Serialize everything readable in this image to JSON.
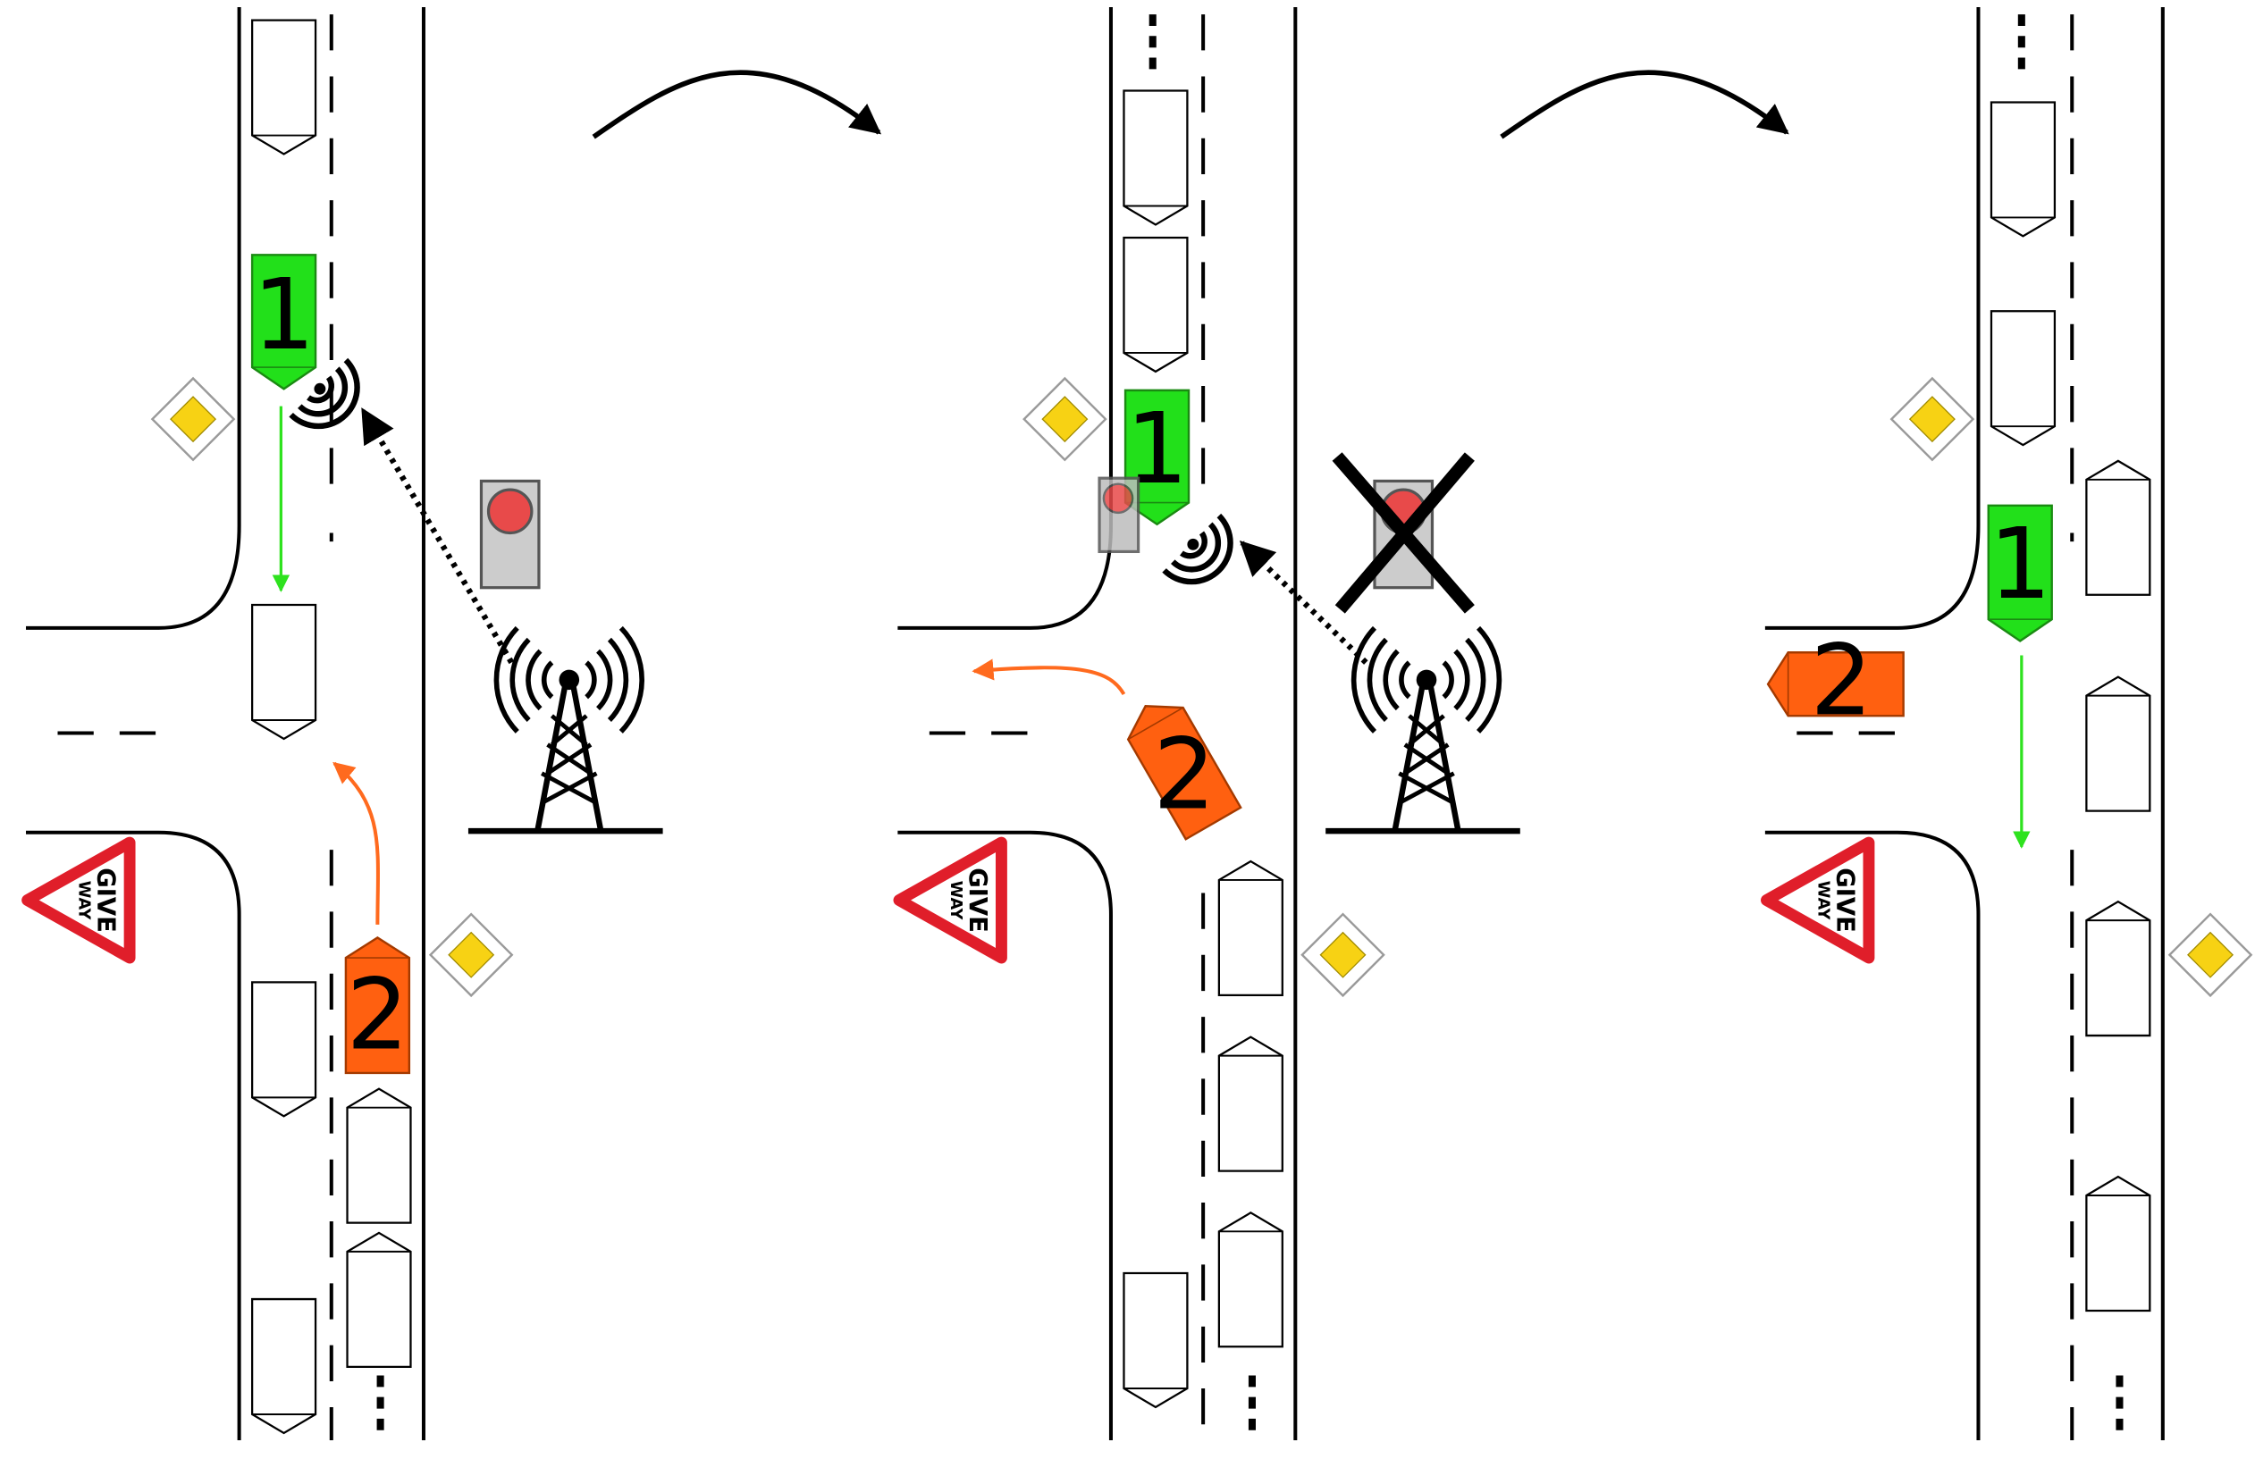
{
  "colors": {
    "vehicle_1": "#22e01a",
    "vehicle_2": "#ff6010",
    "green_path": "#2ee21e",
    "orange_path": "#ff6a1e",
    "give_way_red": "#e01e2a",
    "priority_yellow": "#f7d214",
    "traffic_light_red": "#e84a4a",
    "traffic_light_housing": "#cccccc"
  },
  "icons": [
    "radio-tower-icon",
    "wireless-signal-icon",
    "traffic-light-icon",
    "priority-road-sign-icon",
    "give-way-sign-icon",
    "cross-out-icon",
    "transition-arrow-icon"
  ],
  "vehicles": {
    "priority_label": "1",
    "yielding_label": "2"
  },
  "give_way_sign": {
    "line1": "GIVE",
    "line2": "WAY"
  },
  "panels": [
    {
      "name": "panel-1",
      "vehicle_1_label": "1",
      "vehicle_2_label": "2",
      "give_way_line1": "GIVE",
      "give_way_line2": "WAY",
      "traffic_light": "active"
    },
    {
      "name": "panel-2",
      "vehicle_1_label": "1",
      "vehicle_2_label": "2",
      "give_way_line1": "GIVE",
      "give_way_line2": "WAY",
      "traffic_light": "crossed-out"
    },
    {
      "name": "panel-3",
      "vehicle_1_label": "1",
      "vehicle_2_label": "2",
      "give_way_line1": "GIVE",
      "give_way_line2": "WAY",
      "traffic_light": "none"
    }
  ]
}
